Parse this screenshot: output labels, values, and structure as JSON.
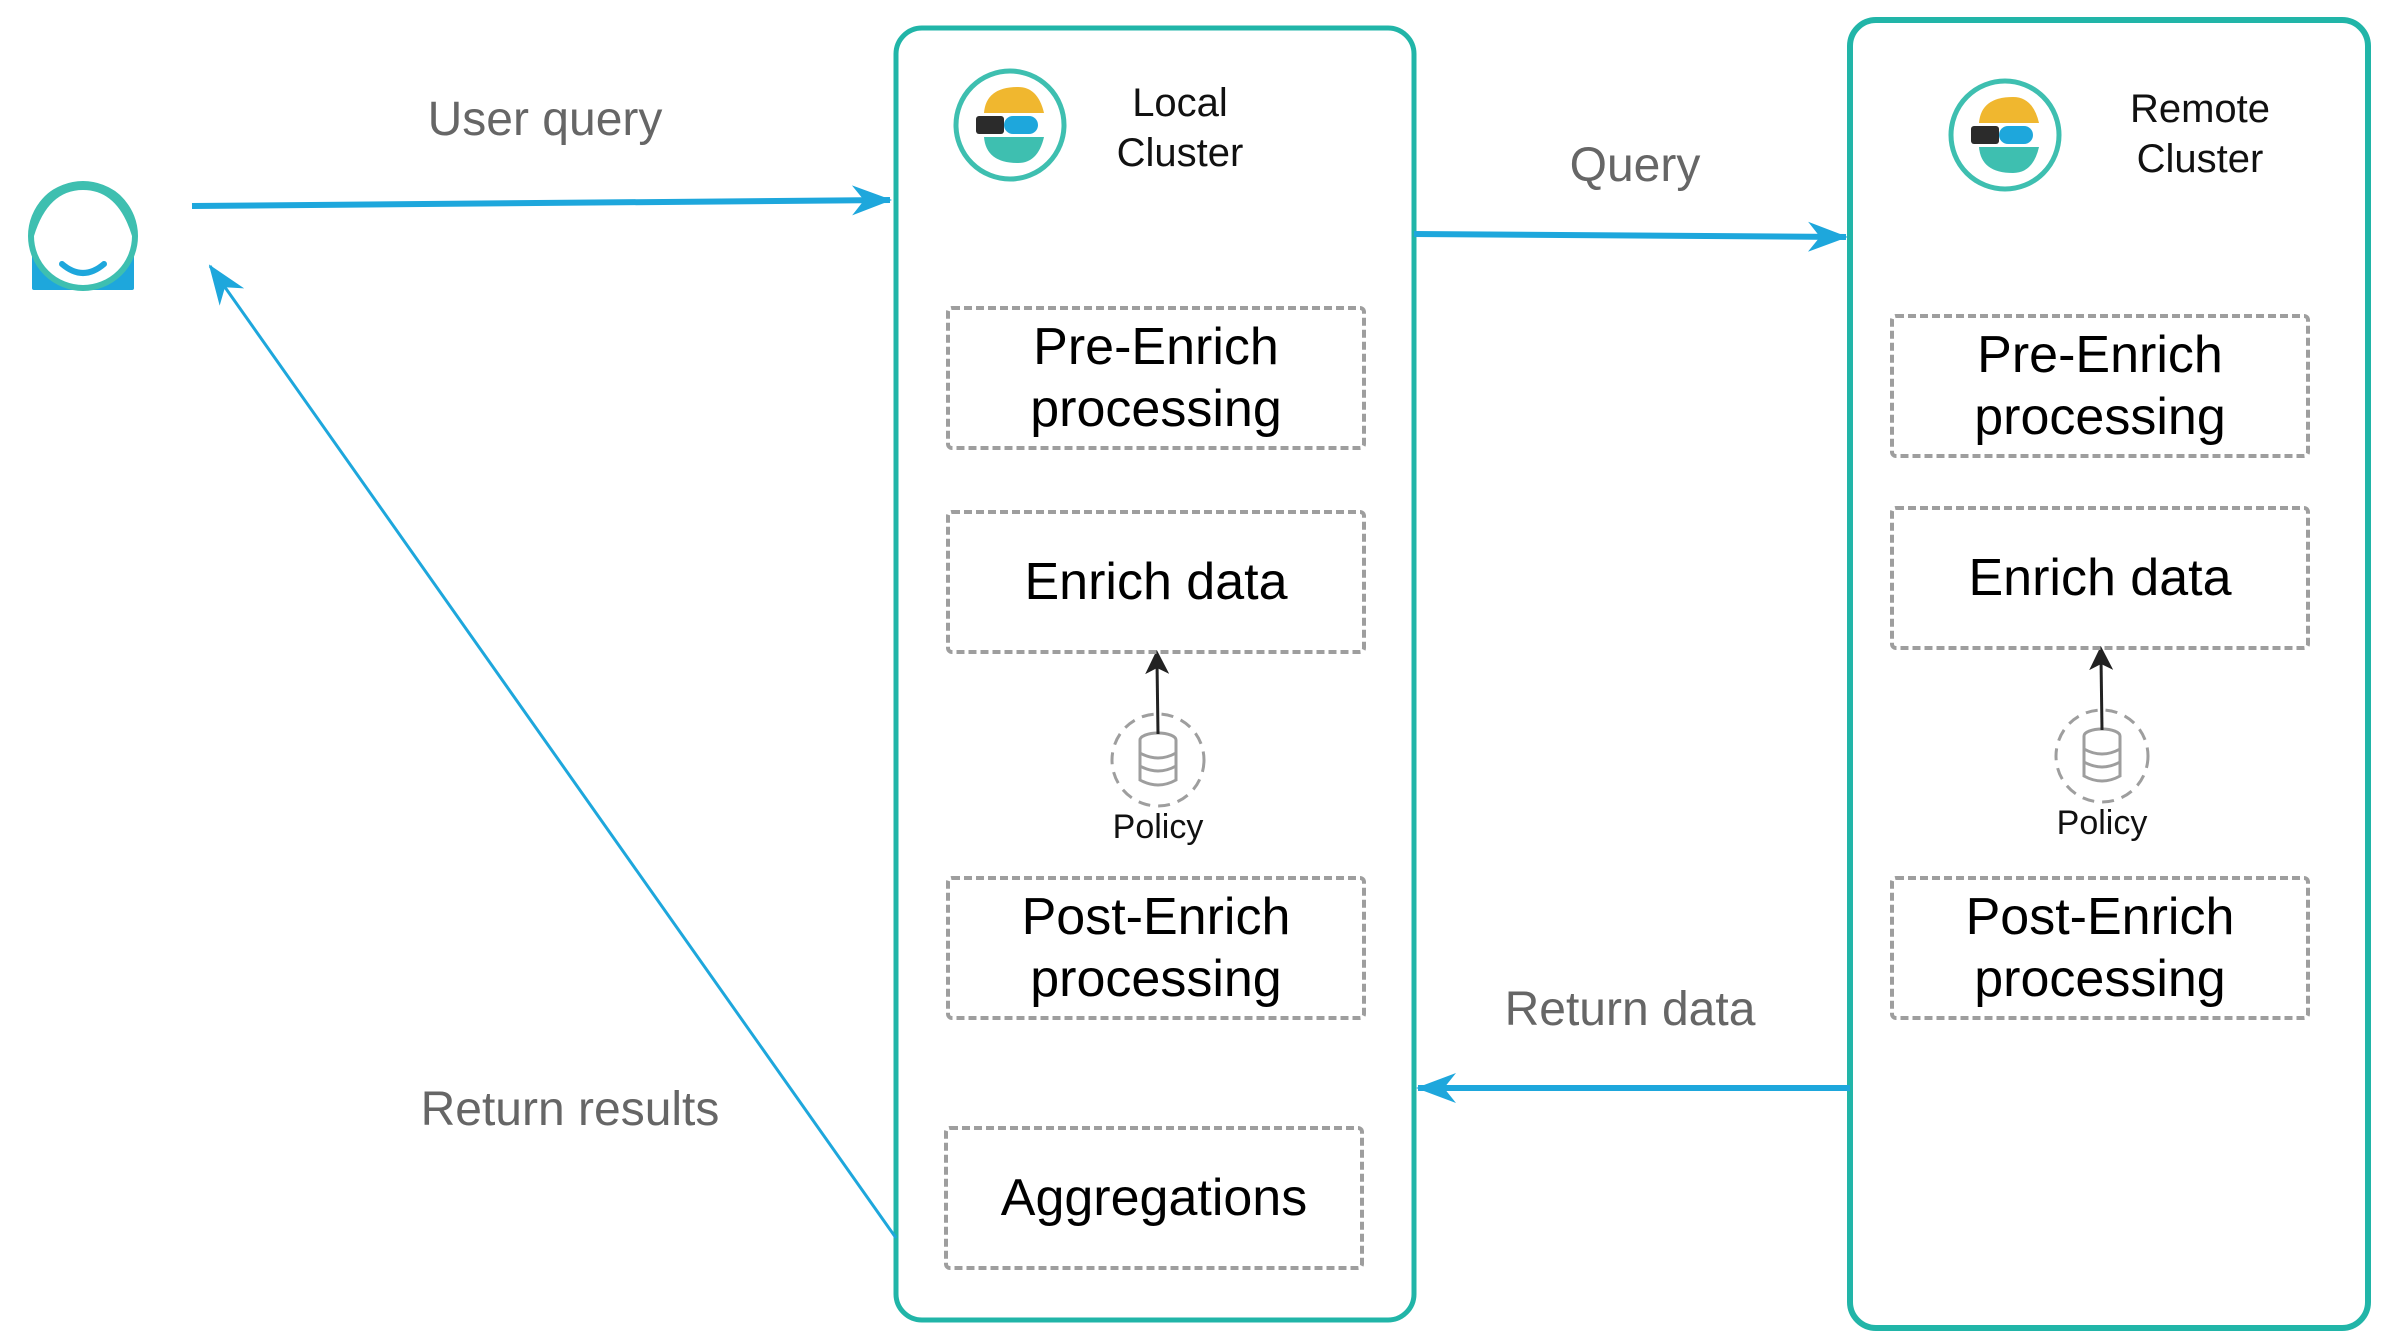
{
  "colors": {
    "flow": "#1ea7dc",
    "cluster_border": "#21b5a8",
    "dashed_border": "#9e9e9e",
    "logo_yellow": "#f0b72f",
    "logo_dark": "#2b2b2b",
    "logo_blue": "#1ea7dc",
    "logo_teal": "#3ebfb0"
  },
  "user": {
    "icon": "user-avatar-icon"
  },
  "edges": {
    "user_query": "User query",
    "query": "Query",
    "return_data": "Return data",
    "return_results": "Return results"
  },
  "local": {
    "title_line1": "Local",
    "title_line2": "Cluster",
    "logo_icon": "elastic-logo-icon",
    "pre_enrich_line1": "Pre-Enrich",
    "pre_enrich_line2": "processing",
    "enrich": "Enrich data",
    "policy": "Policy",
    "policy_icon": "database-icon",
    "post_enrich_line1": "Post-Enrich",
    "post_enrich_line2": "processing",
    "aggregations": "Aggregations"
  },
  "remote": {
    "title_line1": "Remote",
    "title_line2": "Cluster",
    "logo_icon": "elastic-logo-icon",
    "pre_enrich_line1": "Pre-Enrich",
    "pre_enrich_line2": "processing",
    "enrich": "Enrich data",
    "policy": "Policy",
    "policy_icon": "database-icon",
    "post_enrich_line1": "Post-Enrich",
    "post_enrich_line2": "processing"
  }
}
